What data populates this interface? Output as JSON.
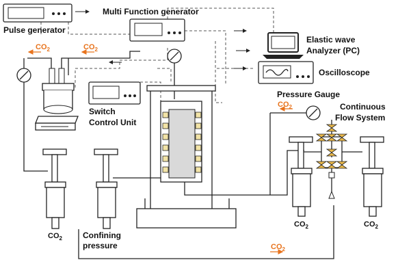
{
  "labels": {
    "multi_function_generator": "Multi Function generator",
    "pulse_generator": "Pulse generator",
    "elastic_wave_line1": "Elastic wave",
    "elastic_wave_line2": "Analyzer (PC)",
    "oscilloscope": "Oscilloscope",
    "pressure_gauge": "Pressure Gauge",
    "continuous_line1": "Continuous",
    "continuous_line2": "Flow System",
    "switch_line1": "Switch",
    "switch_line2": "Control Unit",
    "confining_line1": "Confining",
    "confining_line2": "pressure"
  },
  "co2": {
    "main": "CO",
    "subscript": "2"
  },
  "colors": {
    "orange": "#e8731c",
    "line": "#222222",
    "dashed": "#555555",
    "sample": "#d9d9d9",
    "transducer": "#f2e3a6",
    "valve": "#e8b74a"
  }
}
